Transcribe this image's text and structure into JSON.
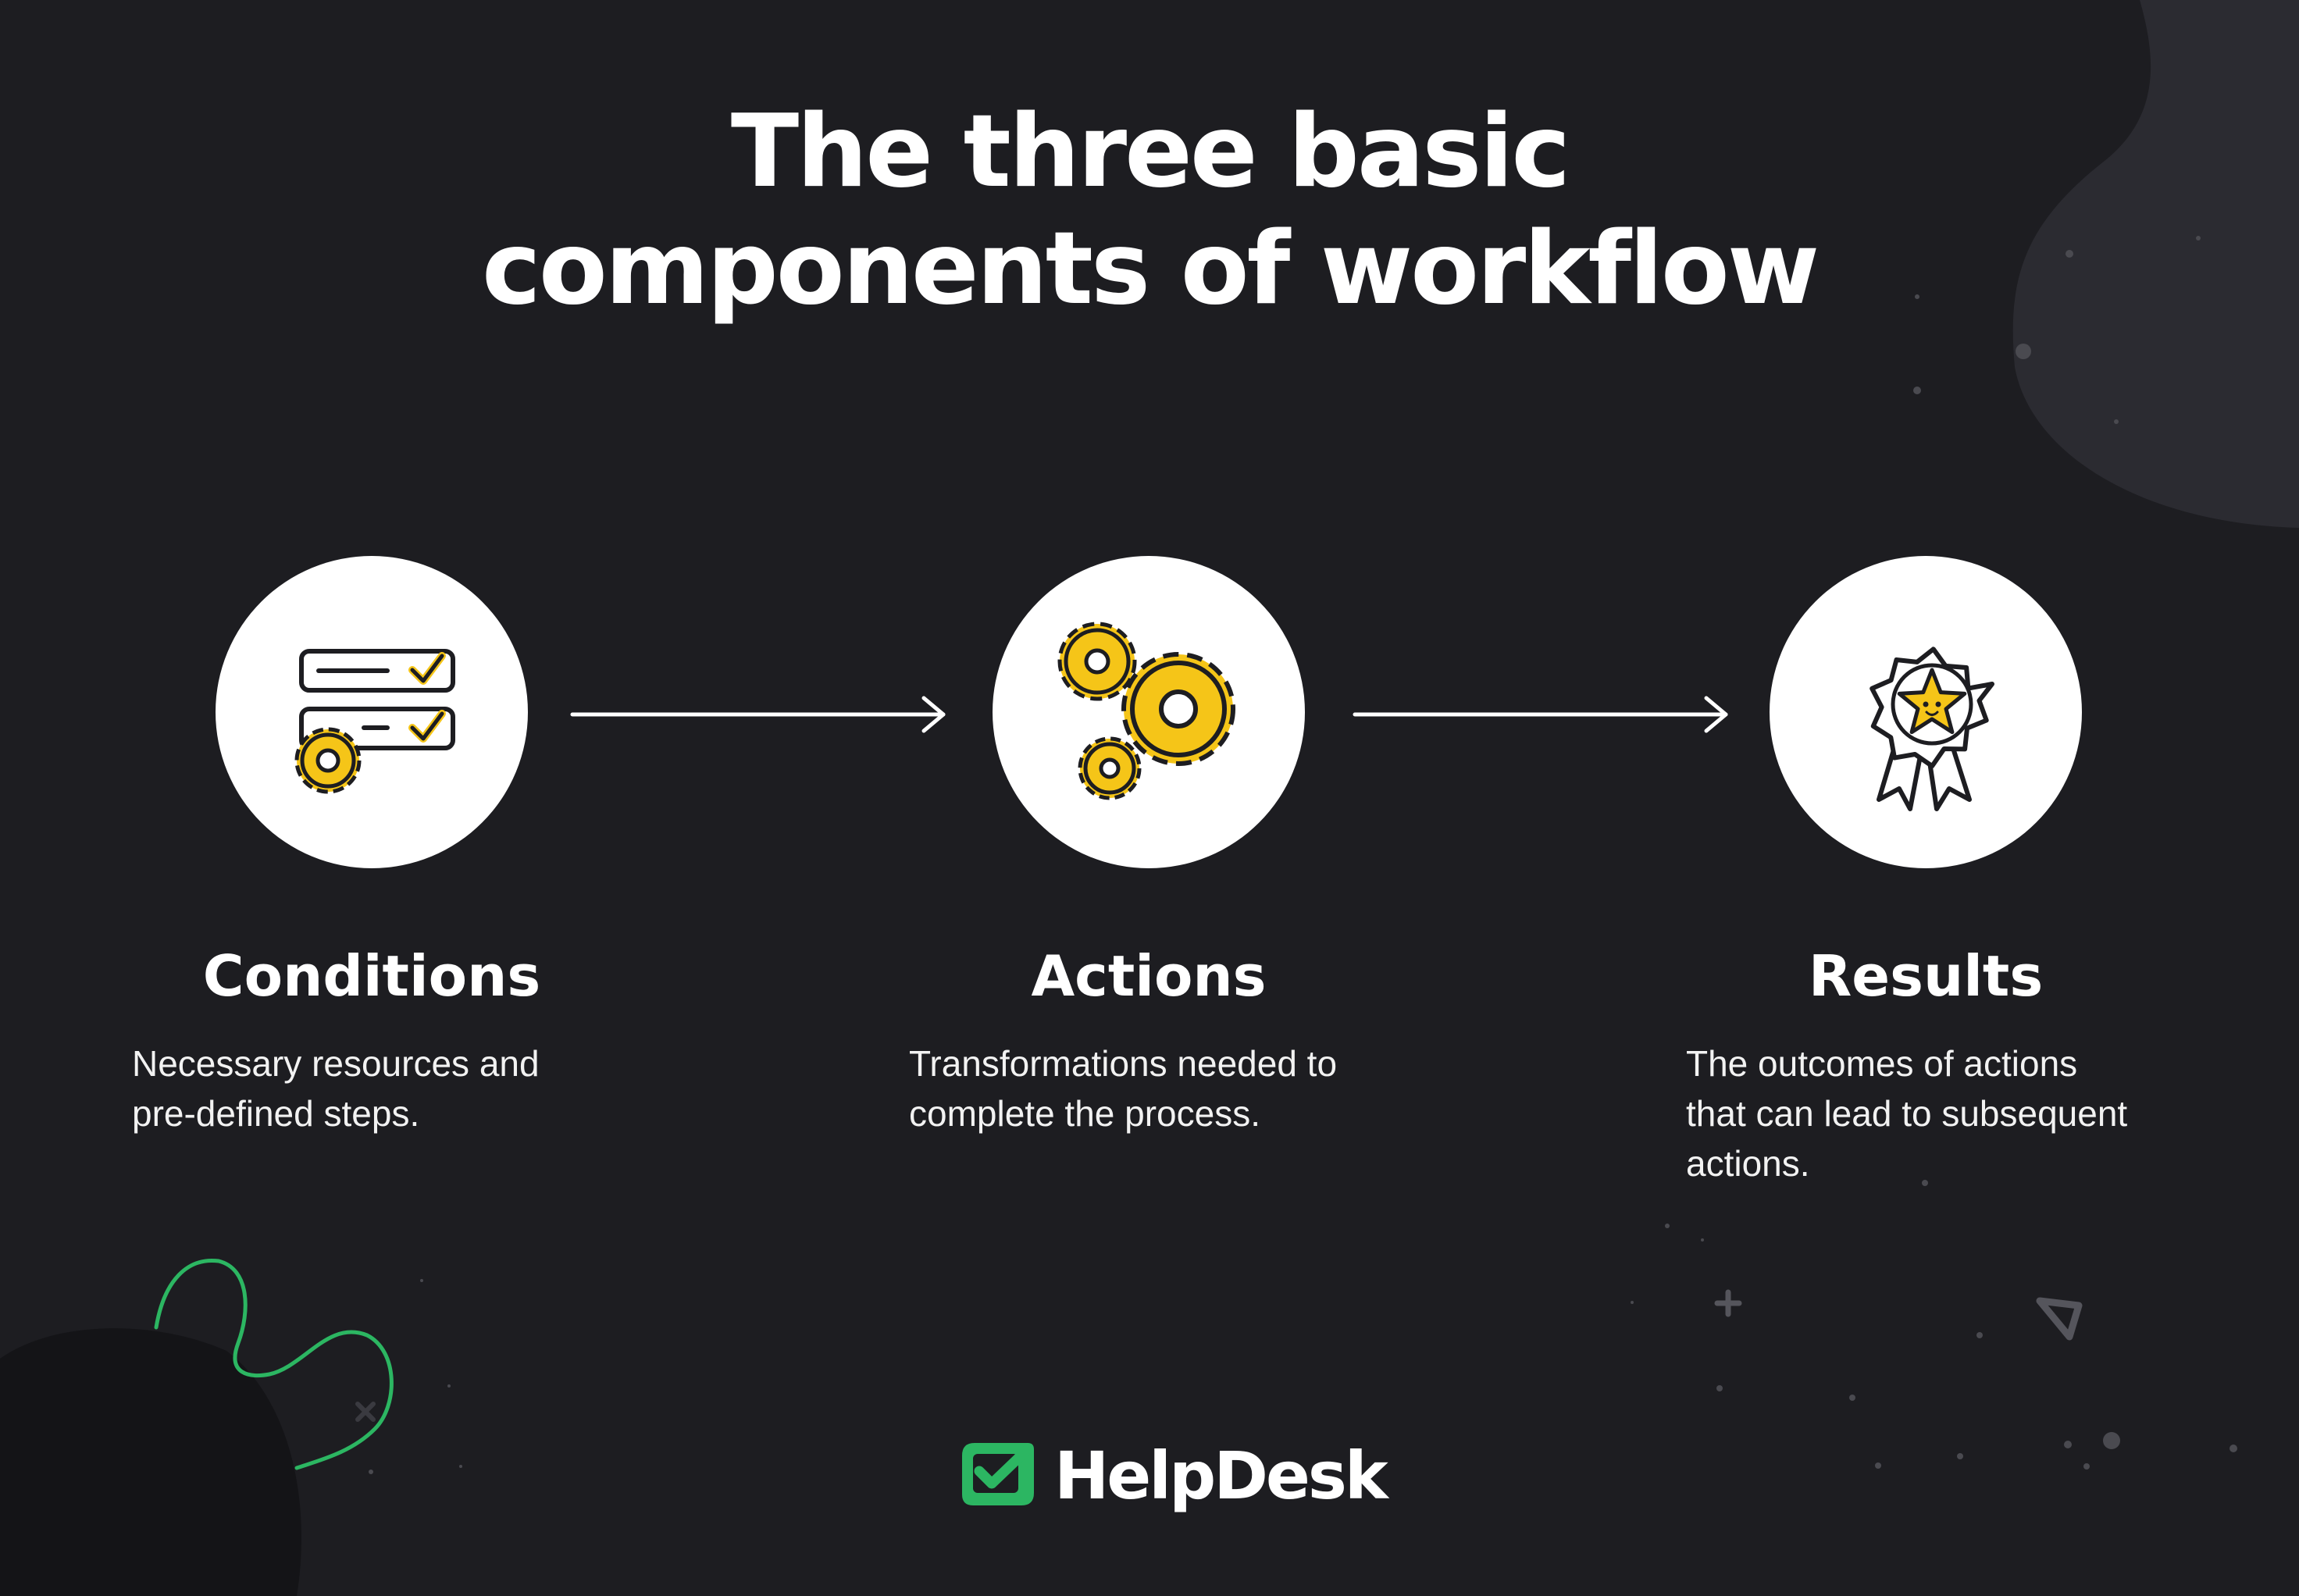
{
  "title": {
    "line1": "The three basic",
    "line2": "components of workflow"
  },
  "steps": [
    {
      "name": "Conditions",
      "description_lines": [
        "Necessary resources and",
        "pre-defined steps."
      ],
      "icon": "checklist-gear-icon"
    },
    {
      "name": "Actions",
      "description_lines": [
        "Transformations needed to",
        "complete the process."
      ],
      "icon": "gears-icon"
    },
    {
      "name": "Results",
      "description_lines": [
        "The outcomes of actions",
        "that can lead to subsequent",
        "actions."
      ],
      "icon": "award-badge-icon"
    }
  ],
  "brand": {
    "name": "HelpDesk",
    "icon": "helpdesk-check-icon"
  },
  "colors": {
    "background": "#1d1d21",
    "accent_yellow": "#f5c518",
    "brand_green": "#2cb662",
    "text": "#ffffff"
  }
}
